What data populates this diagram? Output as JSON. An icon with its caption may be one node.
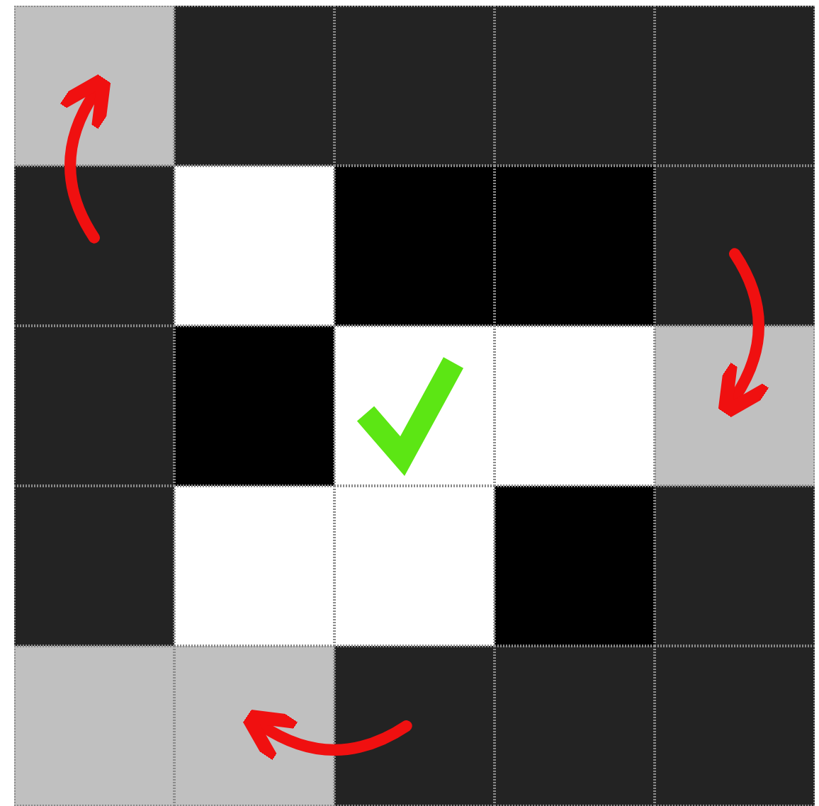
{
  "diagram": {
    "nodes": [
      {
        "text": [],
        "shape": "box"
      },
      {
        "text": [],
        "shape": "box"
      },
      {
        "text": [],
        "shape": "box"
      },
      {
        "text": [],
        "shape": "box"
      },
      {
        "text": [],
        "shape": "box"
      },
      {
        "text": [],
        "shape": "box"
      },
      {
        "text": [],
        "shape": "box"
      },
      {
        "text": [],
        "shape": "box"
      },
      {
        "text": [],
        "shape": "box"
      },
      {
        "text": [],
        "shape": "box"
      },
      {
        "text": [],
        "shape": "box"
      },
      {
        "text": [],
        "shape": "box"
      },
      {
        "text": [],
        "shape": "box"
      },
      {
        "text": [],
        "shape": "box"
      },
      {
        "text": [],
        "shape": "box"
      },
      {
        "text": [],
        "shape": "box"
      },
      {
        "text": [],
        "shape": "box"
      },
      {
        "text": [],
        "shape": "box"
      },
      {
        "text": [],
        "shape": "box"
      },
      {
        "text": [],
        "shape": "box"
      },
      {
        "text": [],
        "shape": "box"
      },
      {
        "text": [],
        "shape": "box"
      },
      {
        "text": [],
        "shape": "box"
      },
      {
        "text": [],
        "shape": "box"
      },
      {
        "text": [],
        "shape": "box"
      }
    ],
    "edges": [
      {
        "from": 5,
        "to": 0,
        "arrow": "to"
      },
      {
        "from": 9,
        "to": 14,
        "arrow": "to"
      },
      {
        "from": 22,
        "to": 21,
        "arrow": "to"
      }
    ]
  }
}
